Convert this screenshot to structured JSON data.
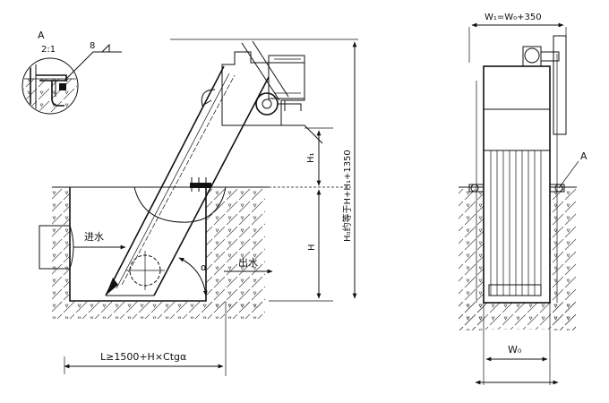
{
  "diagram": {
    "detail": {
      "label": "A",
      "scale": "2:1",
      "weld_size": "8"
    },
    "side_view": {
      "inlet_label": "进水",
      "outlet_label": "出水",
      "angle_label": "α",
      "h1_label": "H₁",
      "h_label": "H",
      "h0_label": "H₀约等于H+H₁+1350",
      "length_label": "L≥1500+H×Ctgα"
    },
    "front_view": {
      "top_width_label": "W₁=W₀+350",
      "detail_callout": "A",
      "bottom_width_label": "W₀"
    }
  }
}
